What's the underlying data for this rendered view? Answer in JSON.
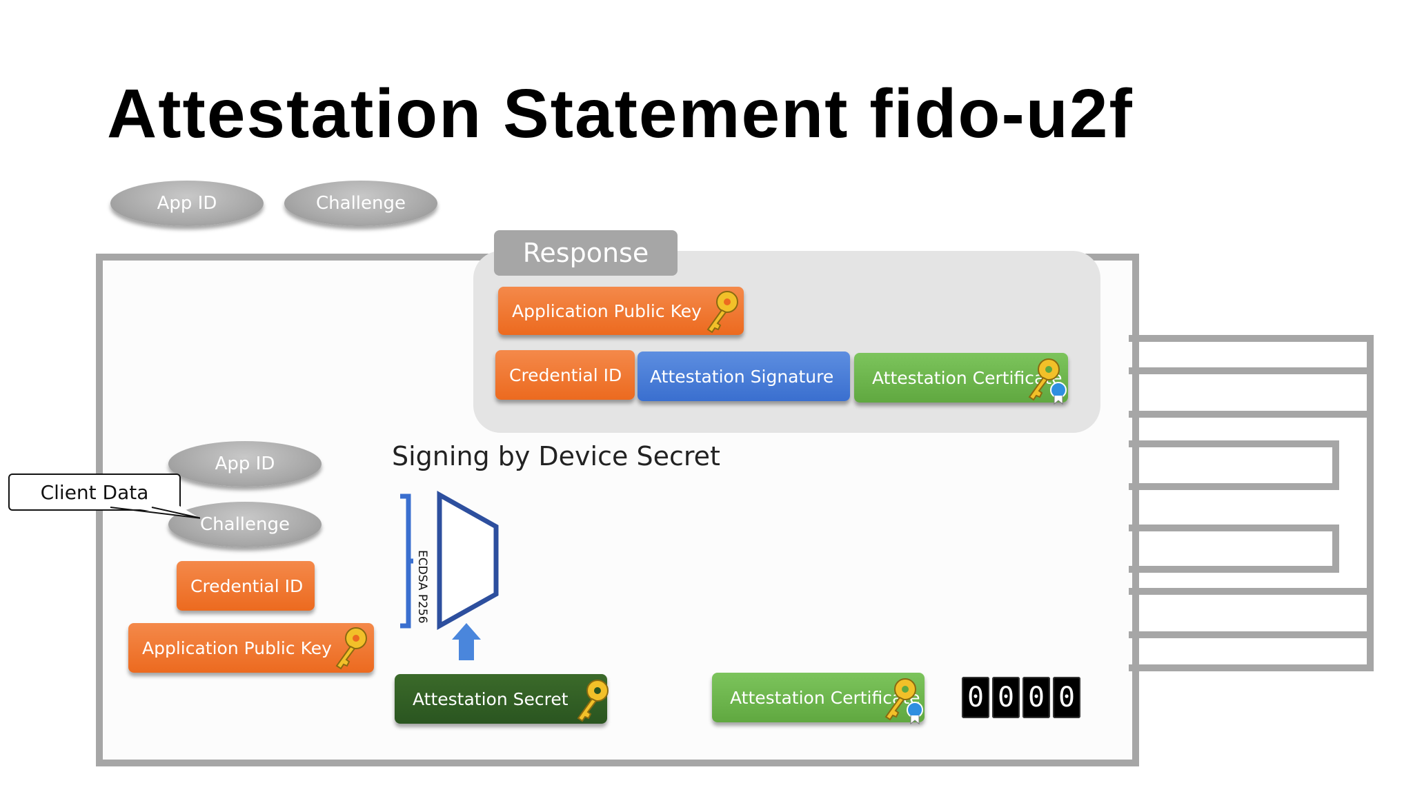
{
  "title": "Attestation Statement fido-u2f",
  "top_inputs": {
    "app_id": "App ID",
    "challenge": "Challenge"
  },
  "response": {
    "tab_label": "Response",
    "app_public_key": "Application Public Key",
    "credential_id": "Credential ID",
    "attestation_signature": "Attestation Signature",
    "attestation_certificate": "Attestation Certificate"
  },
  "signing_label": "Signing by Device Secret",
  "client_data_label": "Client Data",
  "inputs": {
    "app_id": "App ID",
    "challenge": "Challenge",
    "credential_id": "Credential ID",
    "app_public_key": "Application Public Key"
  },
  "algorithm": "ECDSA P256",
  "attestation_secret": "Attestation Secret",
  "attestation_certificate": "Attestation Certificate",
  "counter_digits": [
    "0",
    "0",
    "0",
    "0"
  ],
  "colors": {
    "orange": "#ec6a1f",
    "blue": "#3a6fcf",
    "green": "#60a840",
    "dark_green": "#2a5520",
    "gray": "#a6a6a6",
    "key_gold": "#f2c029"
  }
}
